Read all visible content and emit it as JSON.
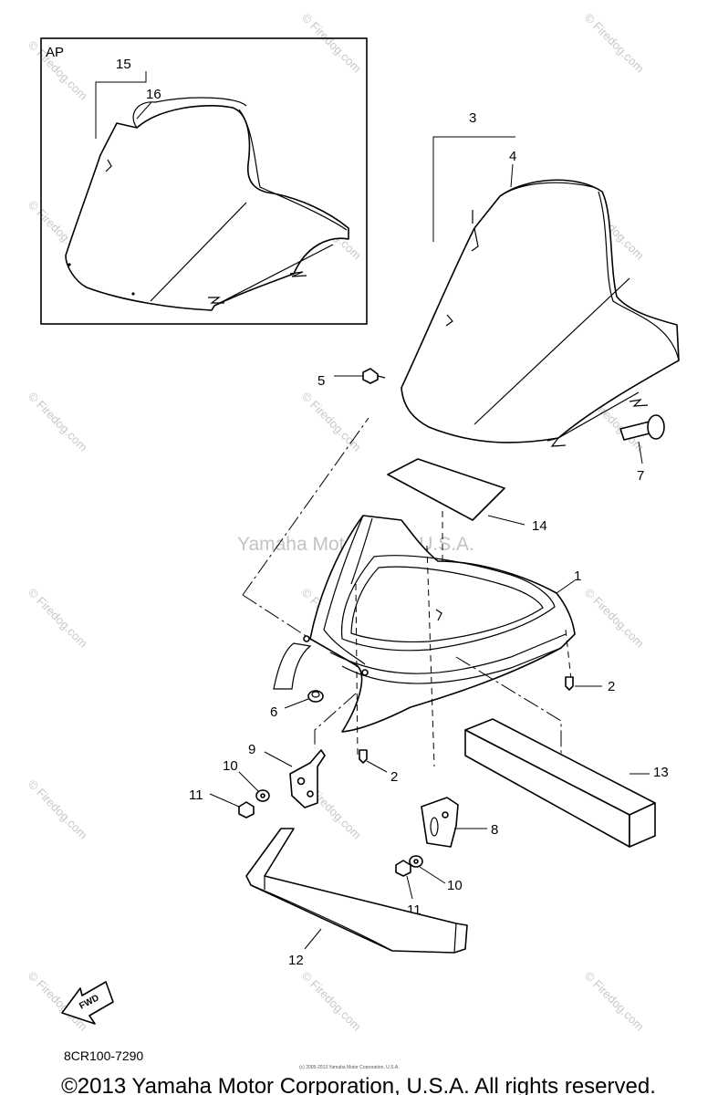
{
  "inset": {
    "label": "AP"
  },
  "callouts": {
    "c1": "1",
    "c2a": "2",
    "c2b": "2",
    "c3": "3",
    "c4": "4",
    "c5": "5",
    "c6": "6",
    "c7": "7",
    "c8": "8",
    "c9": "9",
    "c10a": "10",
    "c10b": "10",
    "c11a": "11",
    "c11b": "11",
    "c12": "12",
    "c13": "13",
    "c14": "14",
    "c15": "15",
    "c16": "16"
  },
  "watermarks": {
    "firedog": "© Firedog.com",
    "credit": "Yamaha Motor Corp. U.S.A."
  },
  "fwd_label": "FWD",
  "diagram_code": "8CR100-7290",
  "small_print": "(c) 2005-2013 Yamaha Motor Corporation, U.S.A.",
  "footer": "©2013 Yamaha Motor Corporation, U.S.A. All rights reserved."
}
